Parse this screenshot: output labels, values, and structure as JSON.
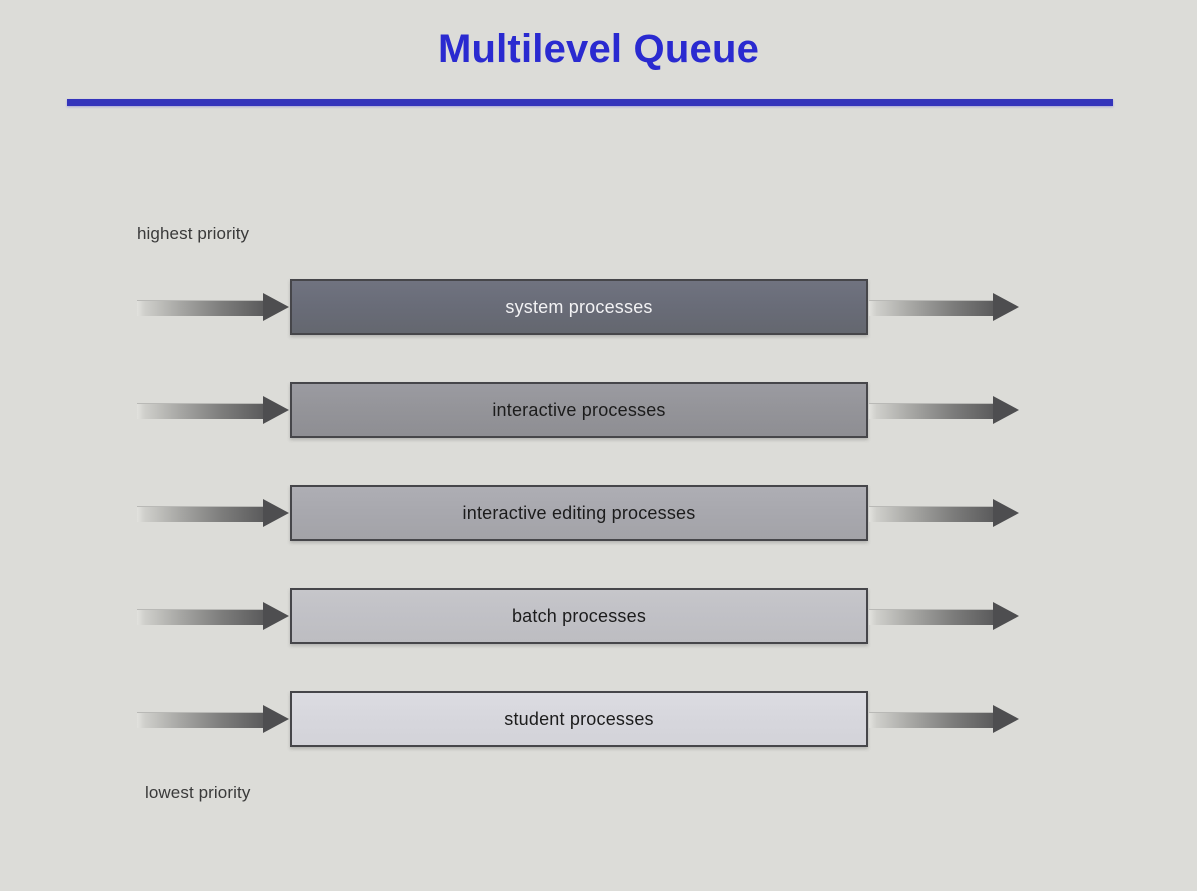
{
  "slide": {
    "title": "Multilevel Queue",
    "title_color": "#2a2ad0",
    "rule_color": "#3434bb",
    "background_color": "#dcdcd8"
  },
  "labels": {
    "highest_priority": "highest priority",
    "lowest_priority": "lowest priority"
  },
  "diagram": {
    "queues": [
      {
        "label": "system processes",
        "fill_color": "#696c78",
        "text_color": "#f2f2f4",
        "text_tone": "light",
        "priority_rank": 1
      },
      {
        "label": "interactive processes",
        "fill_color": "#949499",
        "text_color": "#1c1c1c",
        "text_tone": "dark",
        "priority_rank": 2
      },
      {
        "label": "interactive editing processes",
        "fill_color": "#a8a8ae",
        "text_color": "#1c1c1c",
        "text_tone": "dark",
        "priority_rank": 3
      },
      {
        "label": "batch processes",
        "fill_color": "#c1c1c6",
        "text_color": "#1c1c1c",
        "text_tone": "dark",
        "priority_rank": 4
      },
      {
        "label": "student processes",
        "fill_color": "#d7d7dd",
        "text_color": "#1c1c1c",
        "text_tone": "dark",
        "priority_rank": 5
      }
    ],
    "arrow_in_name": "incoming-processes-arrow",
    "arrow_out_name": "outgoing-processes-arrow"
  }
}
